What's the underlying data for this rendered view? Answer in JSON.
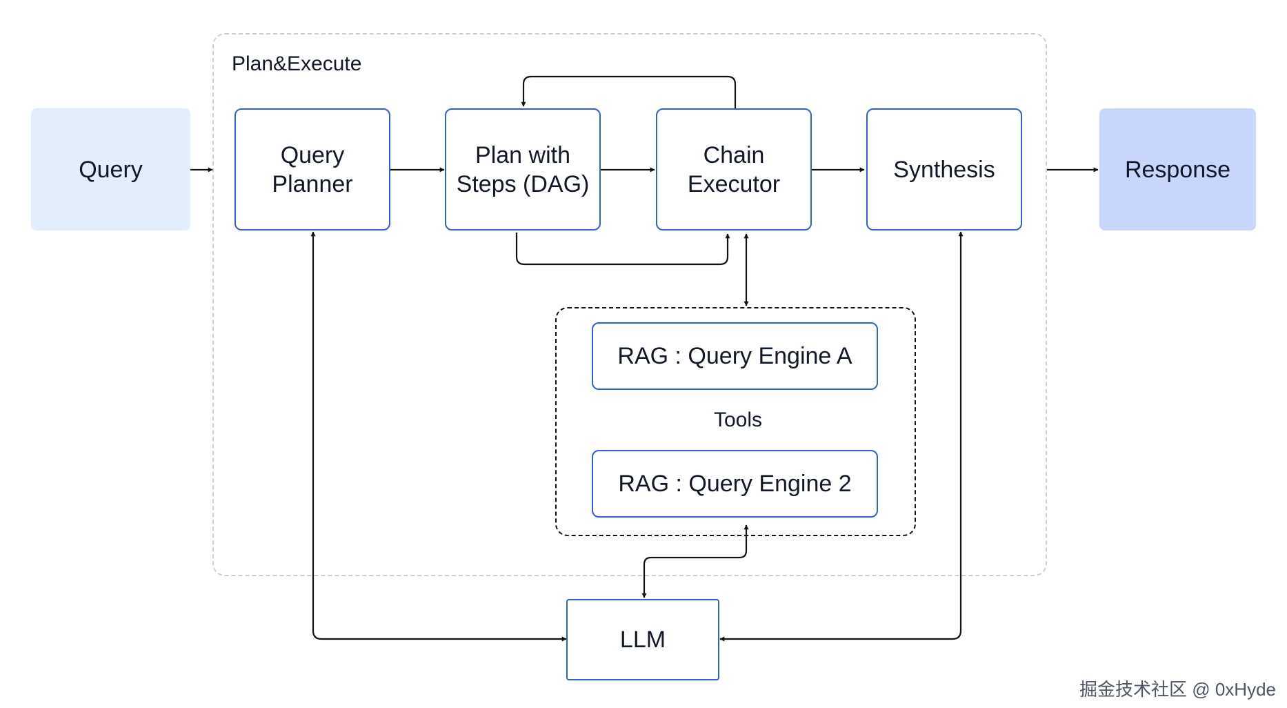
{
  "group": {
    "title": "Plan&Execute"
  },
  "tools": {
    "label": "Tools"
  },
  "nodes": {
    "query": "Query",
    "query_planner": "Query\nPlanner",
    "plan_steps": "Plan with\nSteps (DAG)",
    "chain_executor": "Chain\nExecutor",
    "synthesis": "Synthesis",
    "response": "Response",
    "rag_a": "RAG : Query Engine A",
    "rag_2": "RAG : Query Engine 2",
    "llm": "LLM"
  },
  "watermark": "掘金技术社区 @ 0xHyde",
  "colors": {
    "node_border": "#2f5fd0",
    "query_fill": "#e3eefc",
    "response_fill": "#c9d6fb",
    "edge": "#111111"
  }
}
